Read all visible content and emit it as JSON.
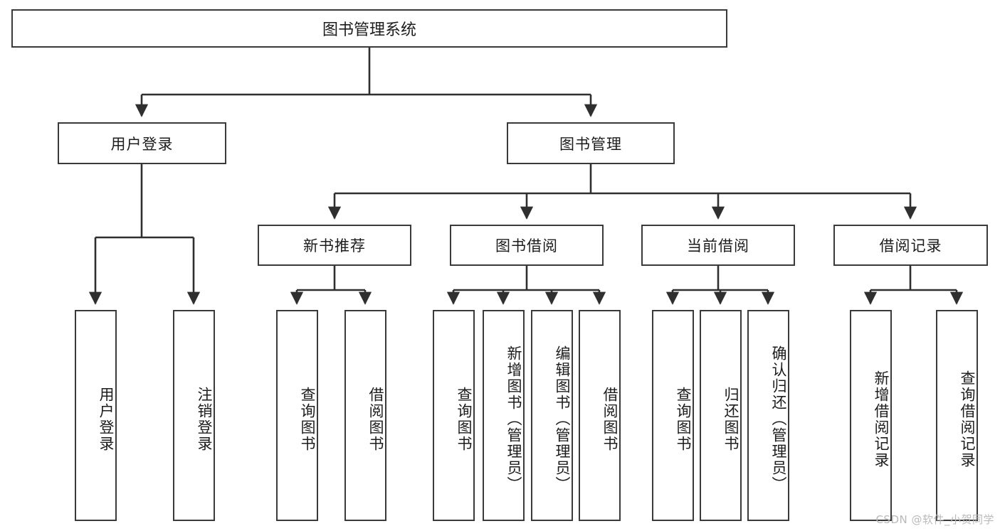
{
  "diagram": {
    "title": "图书管理系统",
    "type": "tree",
    "watermark": "CSDN @软件_小贺同学",
    "colors": {
      "box_border": "#3a3a3a",
      "box_fill": "#ffffff",
      "connector": "#2f2f2f",
      "text": "#1c1c1c",
      "watermark": "#b9b9b9"
    },
    "levels": {
      "level1": [
        {
          "id": "root",
          "label": "图书管理系统"
        }
      ],
      "level2": [
        {
          "id": "user-login",
          "label": "用户登录"
        },
        {
          "id": "book-manage",
          "label": "图书管理"
        }
      ],
      "level3": [
        {
          "id": "new-book-recommend",
          "label": "新书推荐"
        },
        {
          "id": "book-borrow",
          "label": "图书借阅"
        },
        {
          "id": "current-borrow",
          "label": "当前借阅"
        },
        {
          "id": "borrow-record",
          "label": "借阅记录"
        }
      ],
      "level4": [
        {
          "id": "leaf-user-login",
          "label": "用户登录",
          "parent": "user-login"
        },
        {
          "id": "leaf-user-logout",
          "label": "注销登录",
          "parent": "user-login"
        },
        {
          "id": "leaf-query-book-1",
          "label": "查询图书",
          "parent": "new-book-recommend"
        },
        {
          "id": "leaf-borrow-book-1",
          "label": "借阅图书",
          "parent": "new-book-recommend"
        },
        {
          "id": "leaf-query-book-2",
          "label": "查询图书",
          "parent": "book-borrow"
        },
        {
          "id": "leaf-add-book",
          "label": "新增图书（管理员）",
          "parent": "book-borrow"
        },
        {
          "id": "leaf-edit-book",
          "label": "编辑图书（管理员）",
          "parent": "book-borrow"
        },
        {
          "id": "leaf-borrow-book-2",
          "label": "借阅图书",
          "parent": "book-borrow"
        },
        {
          "id": "leaf-query-book-3",
          "label": "查询图书",
          "parent": "current-borrow"
        },
        {
          "id": "leaf-return-book",
          "label": "归还图书",
          "parent": "current-borrow"
        },
        {
          "id": "leaf-confirm-return",
          "label": "确认归还（管理员）",
          "parent": "current-borrow"
        },
        {
          "id": "leaf-add-record",
          "label": "新增借阅记录",
          "parent": "borrow-record"
        },
        {
          "id": "leaf-query-record",
          "label": "查询借阅记录",
          "parent": "borrow-record"
        }
      ]
    }
  }
}
